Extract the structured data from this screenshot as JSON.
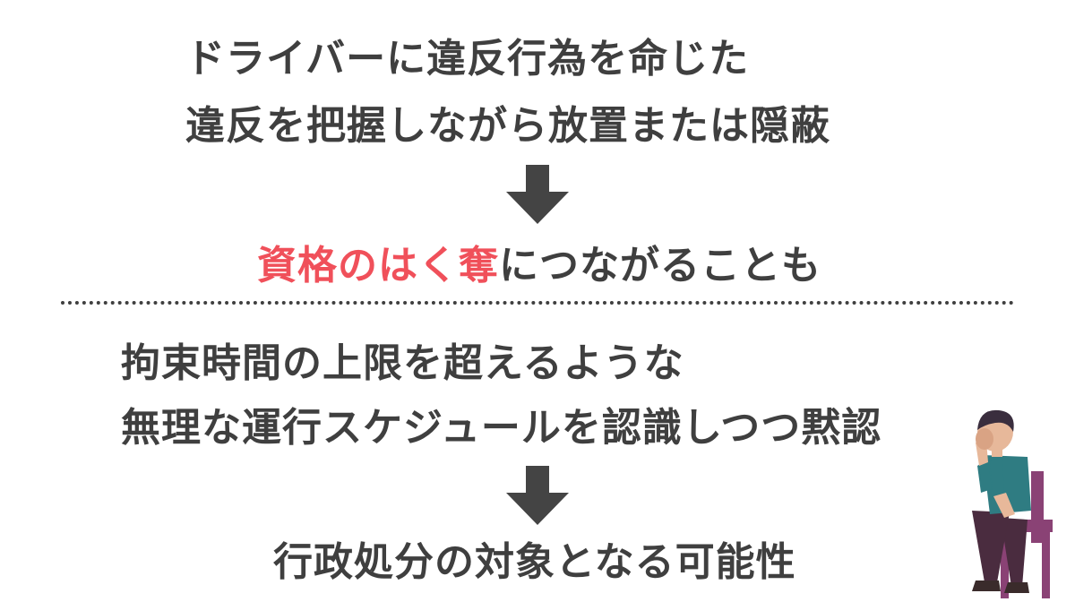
{
  "section1": {
    "line1": "ドライバーに違反行為を命じた",
    "line2": "違反を把握しながら放置または隠蔽",
    "result_highlight": "資格のはく奪",
    "result_rest": "につながることも"
  },
  "section2": {
    "line1": "拘束時間の上限を超えるような",
    "line2": "無理な運行スケジュールを認識しつつ黙認",
    "result": "行政処分の対象となる可能性"
  },
  "colors": {
    "text": "#3f3f3f",
    "highlight": "#f0505a",
    "shirt": "#2f7c82",
    "chair": "#8a4275",
    "pants": "#4a2c3f"
  }
}
